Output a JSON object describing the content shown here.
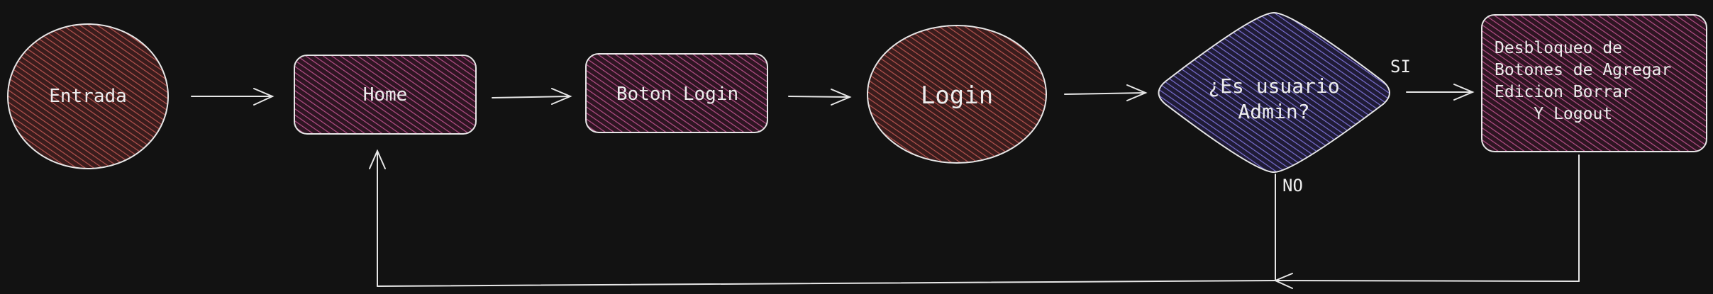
{
  "colors": {
    "background": "#121212",
    "stroke": "#e6e6e6",
    "hatch_red": "#b5534f",
    "hatch_magenta": "#b54f88",
    "hatch_purple": "#7a6fd0",
    "text": "#ececec"
  },
  "nodes": {
    "entrada": "Entrada",
    "home": "Home",
    "boton_login": "Boton Login",
    "login": "Login",
    "admin_question": "¿Es usuario\nAdmin?",
    "desbloqueo": "Desbloqueo de\nBotones de Agregar\nEdicion Borrar\n    Y Logout"
  },
  "edge_labels": {
    "si": "SI",
    "no": "NO"
  }
}
